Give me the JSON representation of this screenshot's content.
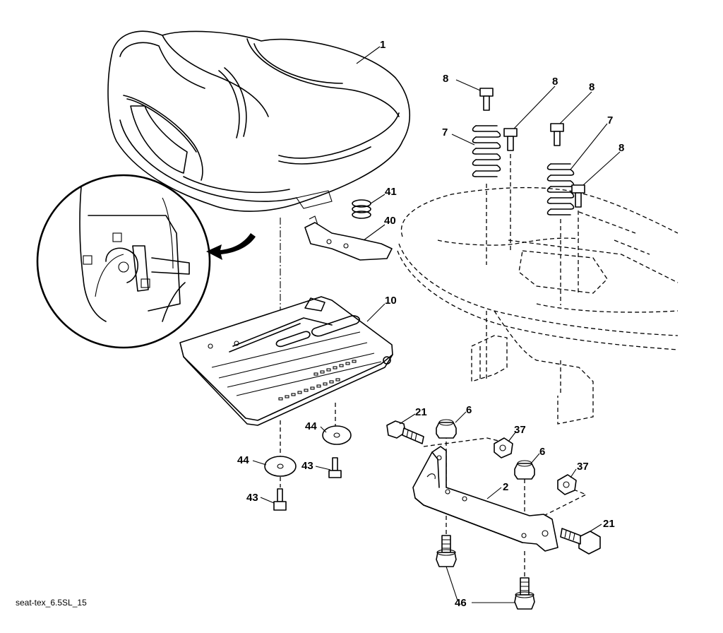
{
  "caption": "seat-tex_6.5SL_15",
  "callouts": {
    "seat": "1",
    "bracket": "2",
    "nut_6a": "6",
    "nut_6b": "6",
    "spring_7a": "7",
    "spring_7b": "7",
    "screw_8a": "8",
    "screw_8b": "8",
    "screw_8c": "8",
    "screw_8d": "8",
    "seat_pan": "10",
    "bolt_21a": "21",
    "bolt_21b": "21",
    "nut_37a": "37",
    "nut_37b": "37",
    "switch_bracket": "40",
    "spring_41": "41",
    "screw_43a": "43",
    "screw_43b": "43",
    "washer_44a": "44",
    "washer_44b": "44",
    "bolt_46": "46"
  }
}
